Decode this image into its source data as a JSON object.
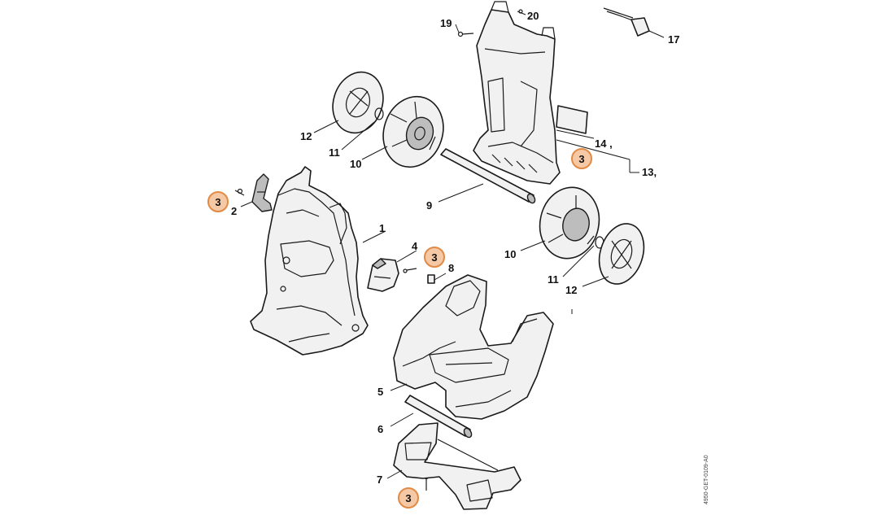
{
  "diagram": {
    "doc_code": "4950-GET-0109-A0",
    "highlight_color": "#f6c9a6",
    "highlight_border": "#e08a45",
    "labels": {
      "p1": "1",
      "p2": "2",
      "p4": "4",
      "p5": "5",
      "p6": "6",
      "p7": "7",
      "p8": "8",
      "p9": "9",
      "p10a": "10",
      "p10b": "10",
      "p11a": "11",
      "p11b": "11",
      "p12a": "12",
      "p12b": "12",
      "p13": "13,",
      "p14": "14 ,",
      "p17": "17",
      "p19": "19",
      "p20": "20"
    },
    "highlighted": {
      "h1": "3",
      "h2": "3",
      "h3": "3",
      "h4": "3"
    }
  }
}
